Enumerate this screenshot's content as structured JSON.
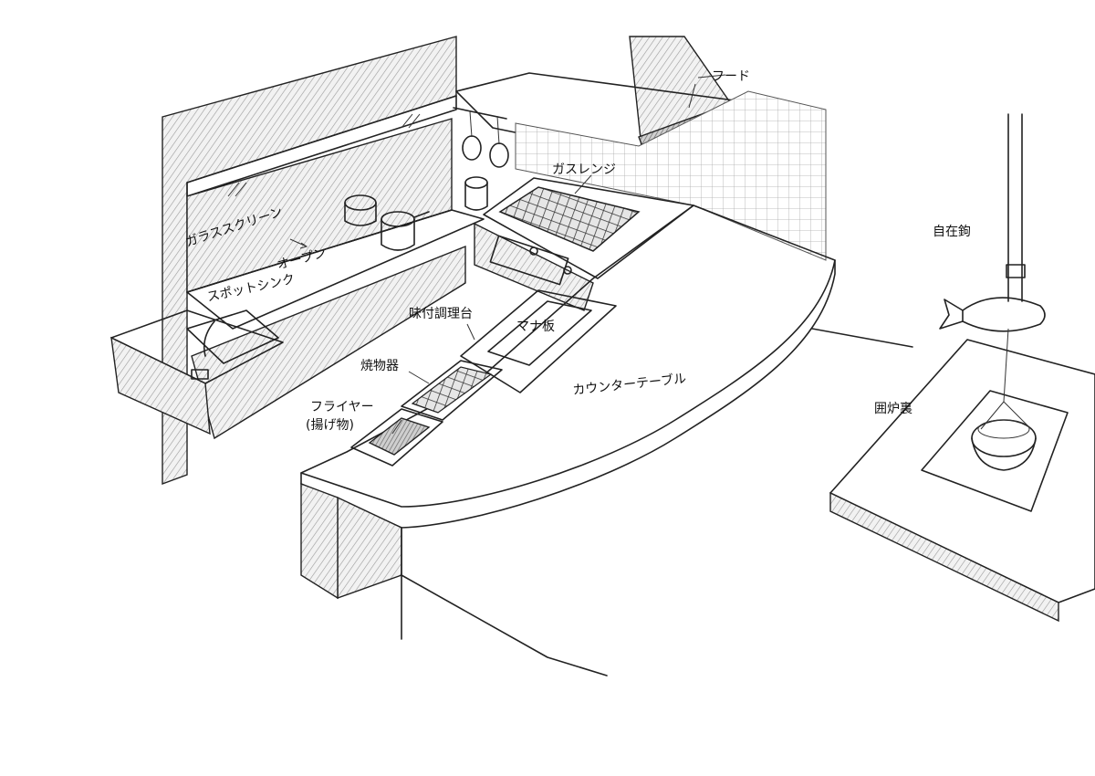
{
  "labels": {
    "hood": "フード",
    "gas_range": "ガスレンジ",
    "glass_screen": "ガラススクリーン",
    "open": "オープン",
    "spot_sink": "スポットシンク",
    "seasoning_station": "味付調理台",
    "cutting_board": "マナ板",
    "grill": "焼物器",
    "fryer": "フライヤー",
    "fryer_note": "(揚げ物)",
    "counter_table": "カウンターテーブル",
    "jizaikagi": "自在鉤",
    "irori": "囲炉裏"
  }
}
